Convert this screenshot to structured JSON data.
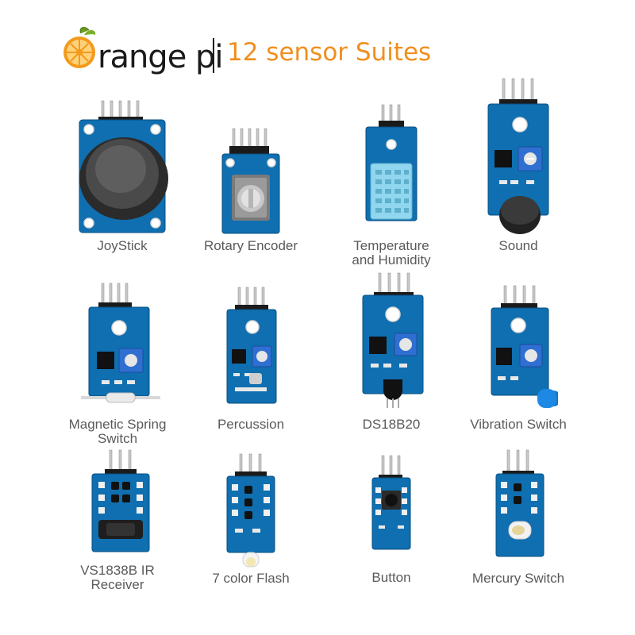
{
  "header": {
    "brand": "range pi",
    "title": "12 sensor Suites"
  },
  "colors": {
    "accent": "#f08f1e",
    "board": "#0f6fb0",
    "caption": "#5a5a5a"
  },
  "sensors": [
    {
      "label": "JoyStick",
      "icon": "joystick-module-icon"
    },
    {
      "label": "Rotary Encoder",
      "icon": "rotary-encoder-module-icon"
    },
    {
      "label": "Temperature\nand Humidity",
      "icon": "dht11-module-icon"
    },
    {
      "label": "Sound",
      "icon": "sound-module-icon"
    },
    {
      "label": "Magnetic Spring\nSwitch",
      "icon": "reed-switch-module-icon"
    },
    {
      "label": "Percussion",
      "icon": "percussion-module-icon"
    },
    {
      "label": "DS18B20",
      "icon": "ds18b20-module-icon"
    },
    {
      "label": "Vibration Switch",
      "icon": "vibration-switch-module-icon"
    },
    {
      "label": "VS1838B IR\nReceiver",
      "icon": "ir-receiver-module-icon"
    },
    {
      "label": "7 color Flash",
      "icon": "seven-color-flash-module-icon"
    },
    {
      "label": "Button",
      "icon": "button-module-icon"
    },
    {
      "label": "Mercury Switch",
      "icon": "mercury-switch-module-icon"
    }
  ]
}
